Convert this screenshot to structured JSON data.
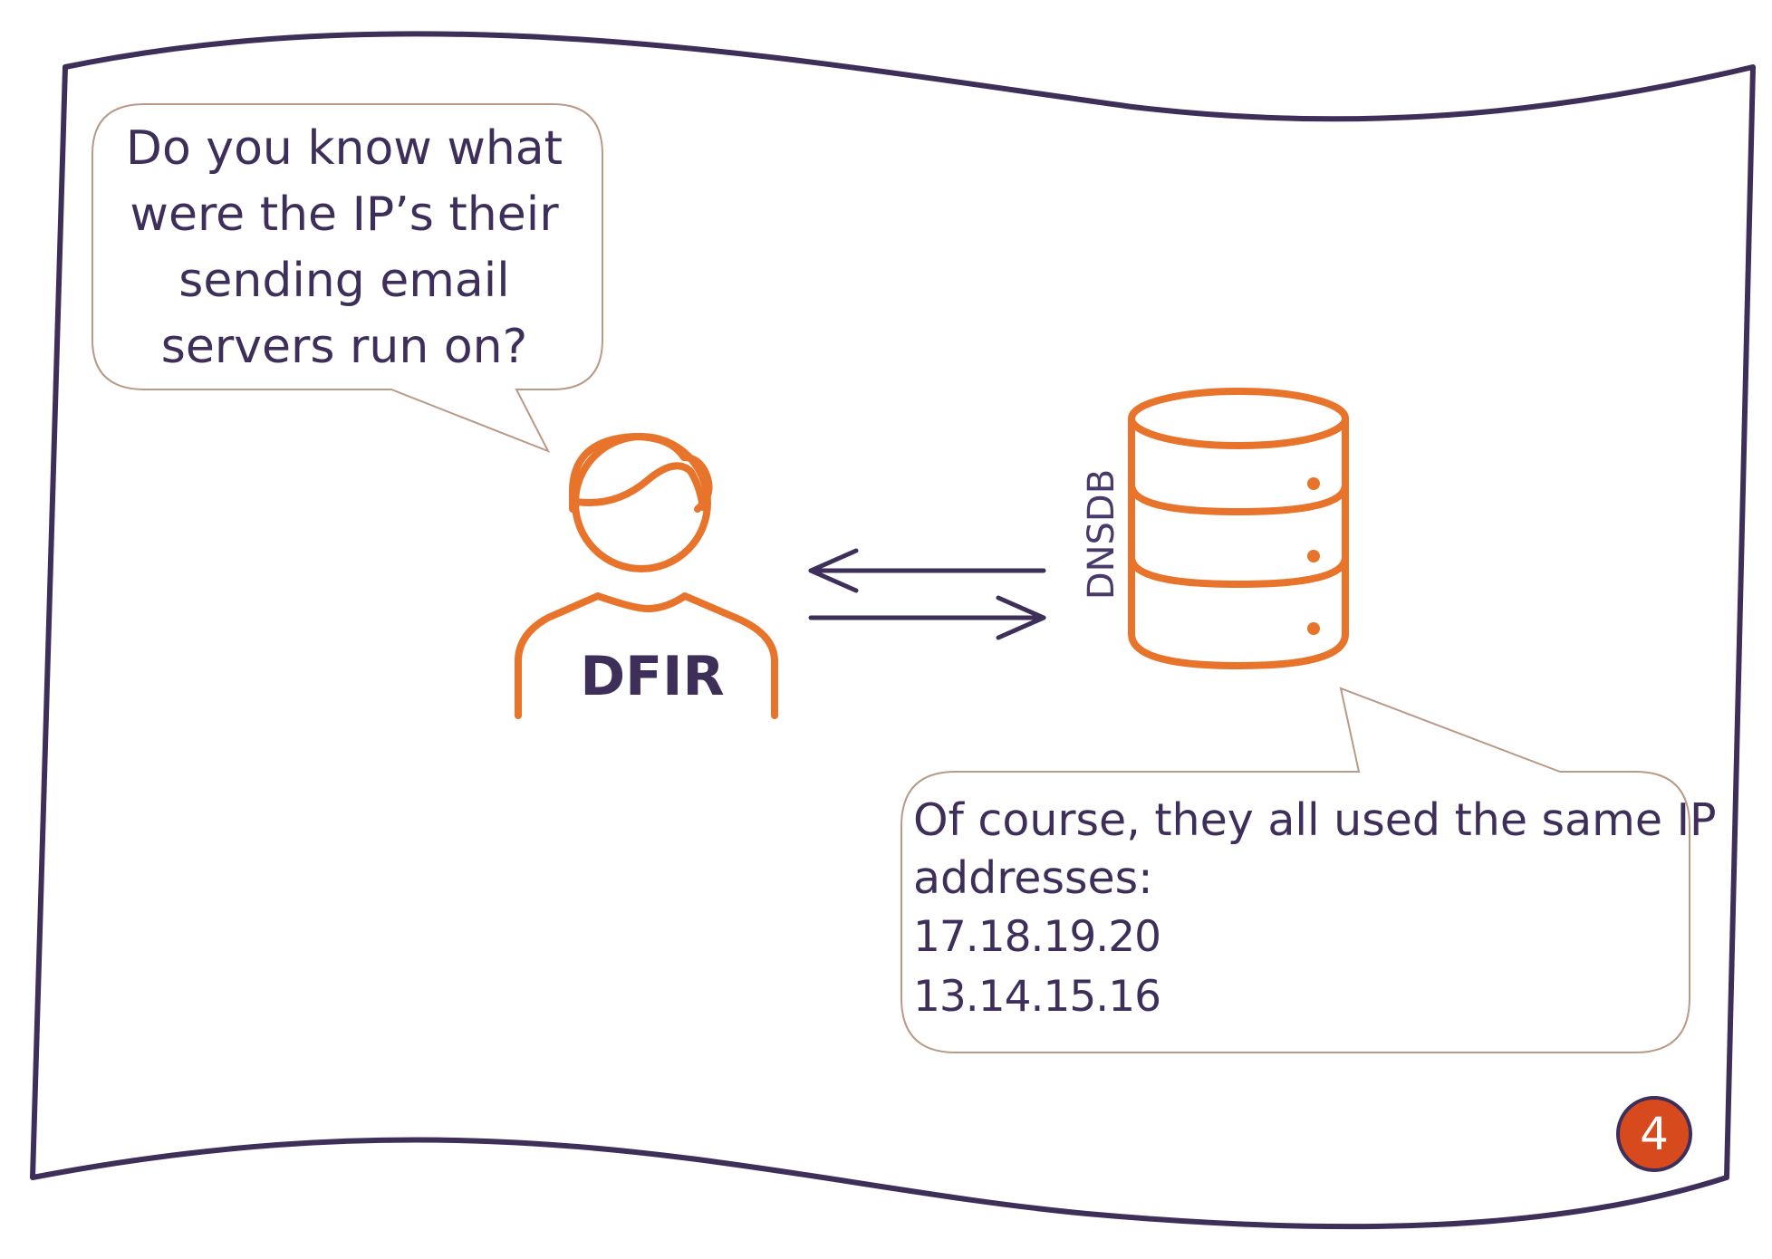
{
  "question": {
    "lines": [
      "Do you know what",
      "were the IP’s their",
      "sending email",
      "servers run on?"
    ]
  },
  "person": {
    "label": "DFIR"
  },
  "database": {
    "label": "DNSDB"
  },
  "answer": {
    "line1": "Of course, they all used the same IP",
    "line2": "addresses:",
    "ips": [
      "17.18.19.20",
      "13.14.15.16"
    ]
  },
  "page": {
    "number": "4"
  },
  "colors": {
    "outline": "#3d2f5a",
    "accent": "#e8732a",
    "bubble_border": "#b89a86",
    "badge": "#d64a1e"
  },
  "icons": {
    "person": "person-icon",
    "database": "database-icon",
    "arrows": "bidirectional-arrows-icon"
  }
}
